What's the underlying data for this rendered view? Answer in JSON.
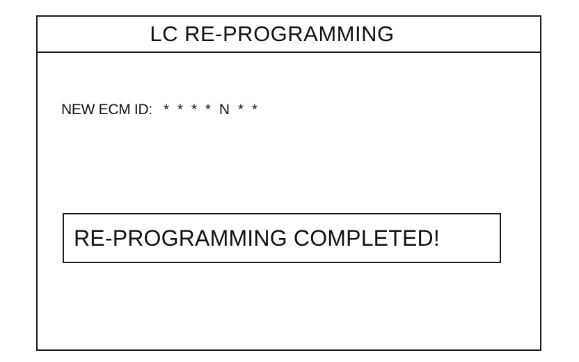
{
  "window": {
    "title": "LC RE-PROGRAMMING"
  },
  "ecm": {
    "label": "NEW ECM ID:",
    "value": "* * * * N * *"
  },
  "status": {
    "message": "RE-PROGRAMMING COMPLETED!"
  }
}
